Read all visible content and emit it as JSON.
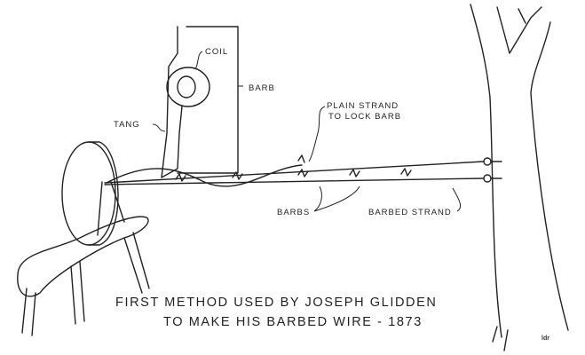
{
  "labels": {
    "coil": "COIL",
    "barb": "BARB",
    "tang": "TANG",
    "plain_strand_line1": "PLAIN STRAND",
    "plain_strand_line2": "TO LOCK BARB",
    "barbs": "BARBS",
    "barbed_strand": "BARBED STRAND"
  },
  "caption": {
    "line1": "FIRST METHOD USED BY JOSEPH GLIDDEN",
    "line2": "TO MAKE HIS BARBED WIRE - 1873"
  },
  "signature": "ldr"
}
